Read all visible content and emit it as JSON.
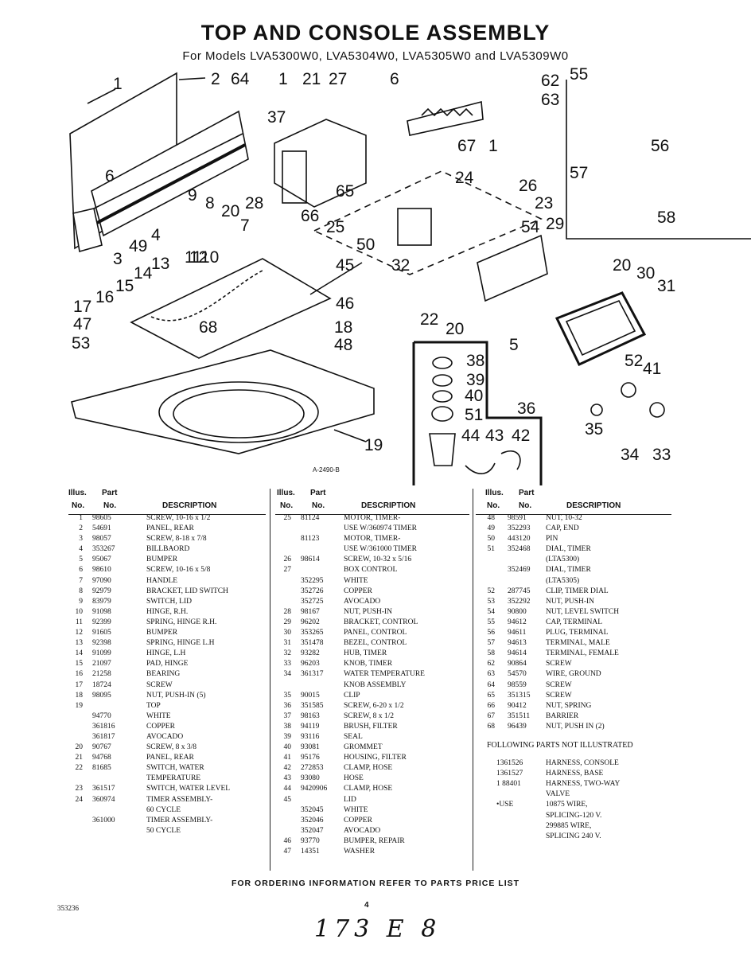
{
  "title": "TOP AND CONSOLE ASSEMBLY",
  "subtitle": "For Models LVA5300W0, LVA5304W0, LVA5305W0 and LVA5309W0",
  "figure_code": "A-2490-B",
  "callouts": [
    "1",
    "2",
    "64",
    "1",
    "21",
    "27",
    "6",
    "62",
    "55",
    "63",
    "37",
    "67",
    "1",
    "56",
    "57",
    "58",
    "6",
    "24",
    "65",
    "26",
    "23",
    "9",
    "8",
    "20",
    "28",
    "66",
    "25",
    "54",
    "29",
    "7",
    "4",
    "49",
    "3",
    "50",
    "12",
    "11",
    "10",
    "32",
    "13",
    "14",
    "45",
    "20",
    "30",
    "31",
    "15",
    "16",
    "46",
    "17",
    "22",
    "20",
    "47",
    "18",
    "48",
    "5",
    "53",
    "68",
    "38",
    "39",
    "40",
    "51",
    "52",
    "41",
    "36",
    "44",
    "43",
    "42",
    "19",
    "35",
    "34",
    "33"
  ],
  "table_headers": {
    "illus": "Illus.",
    "part": "Part",
    "no1": "No.",
    "no2": "No.",
    "desc": "DESCRIPTION"
  },
  "col1": [
    [
      "1",
      "98605",
      "SCREW, 10-16 x 1/2"
    ],
    [
      "2",
      "54691",
      "PANEL, REAR"
    ],
    [
      "3",
      "98057",
      "SCREW, 8-18 x 7/8"
    ],
    [
      "4",
      "353267",
      "BILLBAORD"
    ],
    [
      "5",
      "95067",
      "BUMPER"
    ],
    [
      "6",
      "98610",
      "SCREW, 10-16 x 5/8"
    ],
    [
      "7",
      "97090",
      "HANDLE"
    ],
    [
      "8",
      "92979",
      "BRACKET, LID SWITCH"
    ],
    [
      "9",
      "83979",
      "SWITCH, LID"
    ],
    [
      "10",
      "91098",
      "HINGE, R.H."
    ],
    [
      "11",
      "92399",
      "SPRING, HINGE R.H."
    ],
    [
      "12",
      "91605",
      "BUMPER"
    ],
    [
      "13",
      "92398",
      "SPRING, HINGE L.H"
    ],
    [
      "14",
      "91099",
      "HINGE, L.H"
    ],
    [
      "15",
      "21097",
      "PAD, HINGE"
    ],
    [
      "16",
      "21258",
      "BEARING"
    ],
    [
      "17",
      "18724",
      "SCREW"
    ],
    [
      "18",
      "98095",
      "NUT, PUSH-IN (5)"
    ],
    [
      "19",
      "",
      "TOP"
    ],
    [
      "",
      "94770",
      "WHITE"
    ],
    [
      "",
      "361816",
      "COPPER"
    ],
    [
      "",
      "361817",
      "AVOCADO"
    ],
    [
      "20",
      "90767",
      "SCREW, 8 x 3/8"
    ],
    [
      "21",
      "94768",
      "PANEL, REAR"
    ],
    [
      "22",
      "81685",
      "SWITCH, WATER"
    ],
    [
      "",
      "",
      "TEMPERATURE"
    ],
    [
      "23",
      "361517",
      "SWITCH, WATER LEVEL"
    ],
    [
      "24",
      "360974",
      "TIMER ASSEMBLY-"
    ],
    [
      "",
      "",
      "60 CYCLE"
    ],
    [
      "",
      "361000",
      "TIMER ASSEMBLY-"
    ],
    [
      "",
      "",
      "50 CYCLE"
    ]
  ],
  "col2": [
    [
      "25",
      "81124",
      "MOTOR, TIMER-"
    ],
    [
      "",
      "",
      "USE W/360974 TIMER"
    ],
    [
      "",
      "81123",
      "MOTOR, TIMER-"
    ],
    [
      "",
      "",
      "USE W/361000 TIMER"
    ],
    [
      "26",
      "98614",
      "SCREW, 10-32 x 5/16"
    ],
    [
      "27",
      "",
      "BOX CONTROL"
    ],
    [
      "",
      "352295",
      "WHITE"
    ],
    [
      "",
      "352726",
      "COPPER"
    ],
    [
      "",
      "352725",
      "AVOCADO"
    ],
    [
      "28",
      "98167",
      "NUT, PUSH-IN"
    ],
    [
      "29",
      "96202",
      "BRACKET, CONTROL"
    ],
    [
      "30",
      "353265",
      "PANEL, CONTROL"
    ],
    [
      "31",
      "351478",
      "BEZEL, CONTROL"
    ],
    [
      "32",
      "93282",
      "HUB, TIMER"
    ],
    [
      "33",
      "96203",
      "KNOB, TIMER"
    ],
    [
      "34",
      "361317",
      "WATER TEMPERATURE"
    ],
    [
      "",
      "",
      "KNOB ASSEMBLY"
    ],
    [
      "35",
      "90015",
      "CLIP"
    ],
    [
      "36",
      "351585",
      "SCREW, 6-20 x 1/2"
    ],
    [
      "37",
      "98163",
      "SCREW, 8 x 1/2"
    ],
    [
      "38",
      "94119",
      "BRUSH, FILTER"
    ],
    [
      "39",
      "93116",
      "SEAL"
    ],
    [
      "40",
      "93081",
      "GROMMET"
    ],
    [
      "41",
      "95176",
      "HOUSING, FILTER"
    ],
    [
      "42",
      "272853",
      "CLAMP, HOSE"
    ],
    [
      "43",
      "93080",
      "HOSE"
    ],
    [
      "44",
      "9420906",
      "CLAMP, HOSE"
    ],
    [
      "45",
      "",
      "LID"
    ],
    [
      "",
      "352045",
      "WHITE"
    ],
    [
      "",
      "352046",
      "COPPER"
    ],
    [
      "",
      "352047",
      "AVOCADO"
    ],
    [
      "46",
      "93770",
      "BUMPER, REPAIR"
    ],
    [
      "47",
      "14351",
      "WASHER"
    ]
  ],
  "col3": [
    [
      "48",
      "98591",
      "NUT, 10-32"
    ],
    [
      "49",
      "352293",
      "CAP, END"
    ],
    [
      "50",
      "443120",
      "PIN"
    ],
    [
      "51",
      "352468",
      "DIAL, TIMER"
    ],
    [
      "",
      "",
      "(LTA5300)"
    ],
    [
      "",
      "352469",
      "DIAL, TIMER"
    ],
    [
      "",
      "",
      "(LTA5305)"
    ],
    [
      "52",
      "287745",
      "CLIP, TIMER DIAL"
    ],
    [
      "53",
      "352292",
      "NUT, PUSH-IN"
    ],
    [
      "54",
      "90800",
      "NUT, LEVEL SWITCH"
    ],
    [
      "55",
      "94612",
      "CAP, TERMINAL"
    ],
    [
      "56",
      "94611",
      "PLUG, TERMINAL"
    ],
    [
      "57",
      "94613",
      "TERMINAL, MALE"
    ],
    [
      "58",
      "94614",
      "TERMINAL, FEMALE"
    ],
    [
      "62",
      "90864",
      "SCREW"
    ],
    [
      "63",
      "54570",
      "WIRE, GROUND"
    ],
    [
      "64",
      "98559",
      "SCREW"
    ],
    [
      "65",
      "351315",
      "SCREW"
    ],
    [
      "66",
      "90412",
      "NUT, SPRING"
    ],
    [
      "67",
      "351511",
      "BARRIER"
    ],
    [
      "68",
      "96439",
      "NUT, PUSH IN (2)"
    ]
  ],
  "not_illustrated_heading": "FOLLOWING PARTS NOT ILLUSTRATED",
  "not_illustrated": [
    [
      "",
      "1361526",
      "HARNESS, CONSOLE"
    ],
    [
      "",
      "1361527",
      "HARNESS, BASE"
    ],
    [
      "",
      "1 88401",
      "HARNESS, TWO-WAY"
    ],
    [
      "",
      "",
      "VALVE"
    ],
    [
      "",
      "•USE",
      "10875 WIRE,"
    ],
    [
      "",
      "",
      "SPLICING-120 V."
    ],
    [
      "",
      "",
      "299885 WIRE,"
    ],
    [
      "",
      "",
      "SPLICING 240 V."
    ]
  ],
  "footer": "FOR ORDERING INFORMATION REFER TO PARTS PRICE LIST",
  "doc_number": "353236",
  "page_number": "4",
  "handwritten": "173 E 8"
}
